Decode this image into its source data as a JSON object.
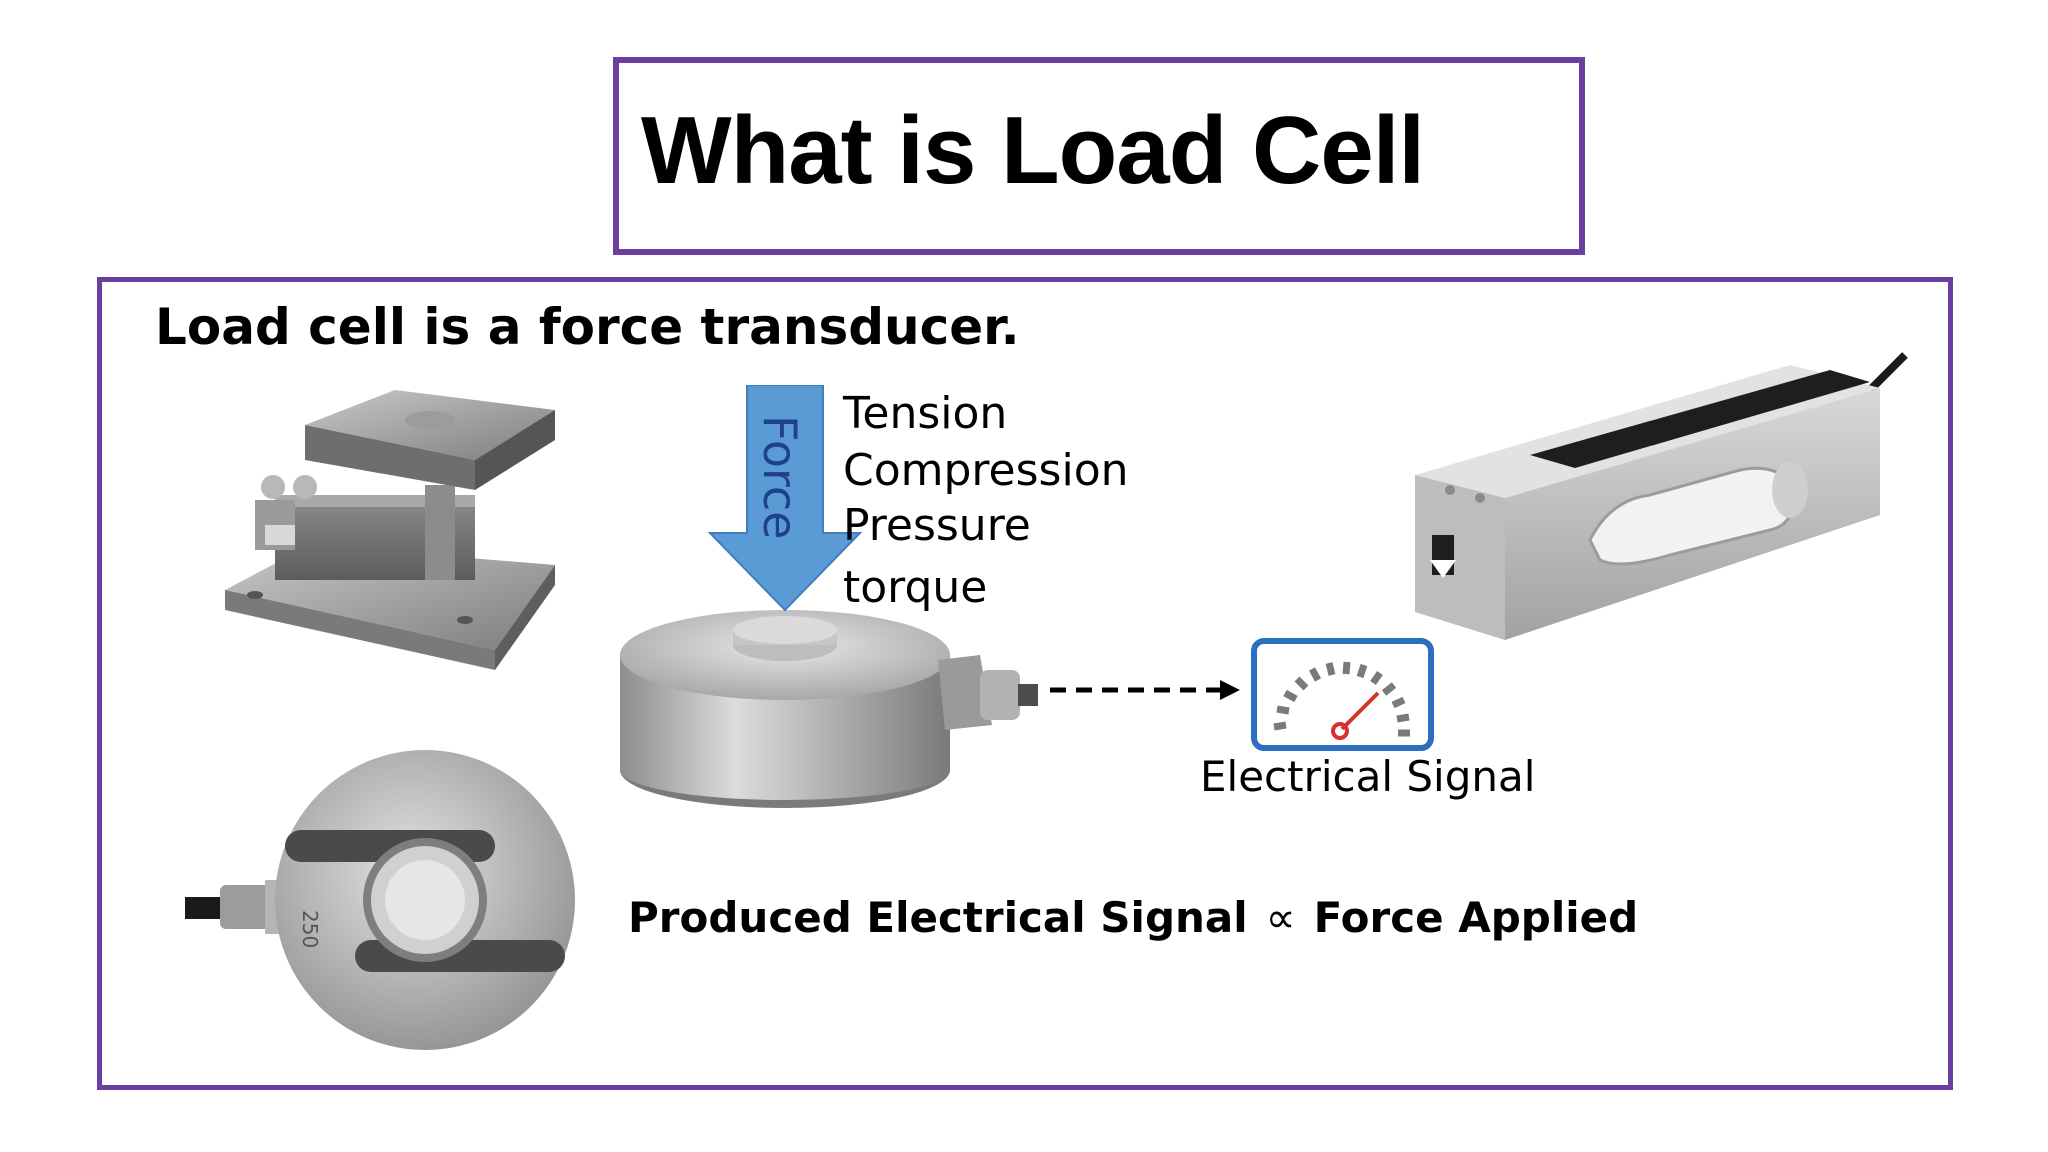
{
  "title": "What is Load Cell",
  "subtitle": "Load cell is a force transducer.",
  "arrow_label": "Force",
  "force_types": [
    "Tension",
    "Compression",
    "Pressure",
    "torque"
  ],
  "signal_label": "Electrical Signal",
  "relation": {
    "left": "Produced Electrical Signal",
    "symbol": "∝",
    "right": "Force Applied"
  },
  "stamp_text": "250",
  "colors": {
    "frame": "#6b3fa0",
    "arrow_fill": "#5b9bd5",
    "arrow_text": "#1f3f8f",
    "gauge_frame": "#2a6fc0",
    "gauge_needle": "#d9302c"
  },
  "icons": [
    "mounting-kit-load-cell",
    "s-type-load-cell",
    "canister-load-cell",
    "force-arrow",
    "signal-gauge-icon",
    "single-point-load-cell"
  ]
}
